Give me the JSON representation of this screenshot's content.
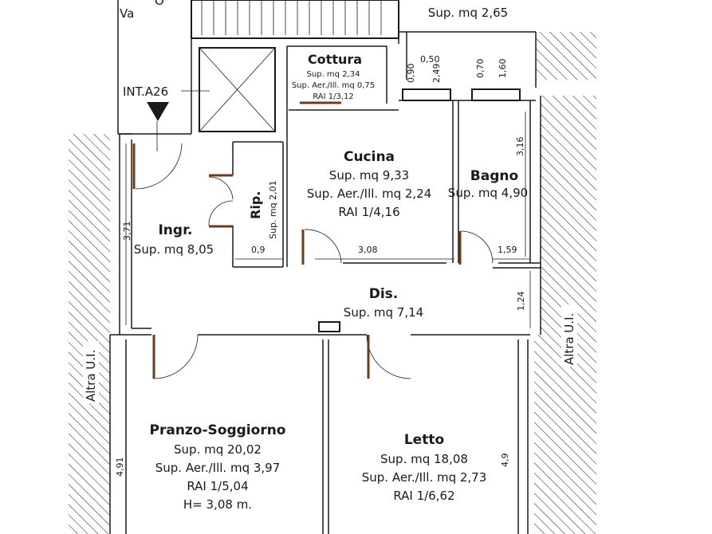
{
  "plan": {
    "top_fragment_left": "Va",
    "top_fragment_left2": "O",
    "unit_label": "INT.A26",
    "neighbor_left": "Altra U.I.",
    "neighbor_right": "Altra U.I."
  },
  "rooms": {
    "terrace_area": "Sup. mq 2,65",
    "cottura": {
      "name": "Cottura",
      "area": "Sup. mq 2,34",
      "aer": "Sup. Aer./Ill. mq 0,75",
      "rai": "RAI 1/3,12"
    },
    "cucina": {
      "name": "Cucina",
      "area": "Sup. mq 9,33",
      "aer": "Sup. Aer./Ill. mq 2,24",
      "rai": "RAI 1/4,16"
    },
    "bagno": {
      "name": "Bagno",
      "area": "Sup. mq 4,90"
    },
    "rip": {
      "name": "Rip.",
      "area": "Sup. mq 2,01"
    },
    "ingr": {
      "name": "Ingr.",
      "area": "Sup. mq 8,05"
    },
    "dis": {
      "name": "Dis.",
      "area": "Sup. mq 7,14"
    },
    "pranzo": {
      "name": "Pranzo-Soggiorno",
      "area": "Sup. mq 20,02",
      "aer": "Sup. Aer./Ill. mq 3,97",
      "rai": "RAI 1/5,04",
      "height": "H= 3,08 m."
    },
    "letto": {
      "name": "Letto",
      "area": "Sup. mq 18,08",
      "aer": "Sup. Aer./Ill. mq 2,73",
      "rai": "RAI 1/6,62"
    }
  },
  "dimensions": {
    "d_050": "0,50",
    "d_090": "0,90",
    "d_249": "2,49",
    "d_070": "0,70",
    "d_160": "1,60",
    "d_316": "3,16",
    "d_371": "3,71",
    "d_09": "0,9",
    "d_308": "3,08",
    "d_159": "1,59",
    "d_124": "1,24",
    "d_491": "4,91",
    "d_49": "4,9"
  }
}
